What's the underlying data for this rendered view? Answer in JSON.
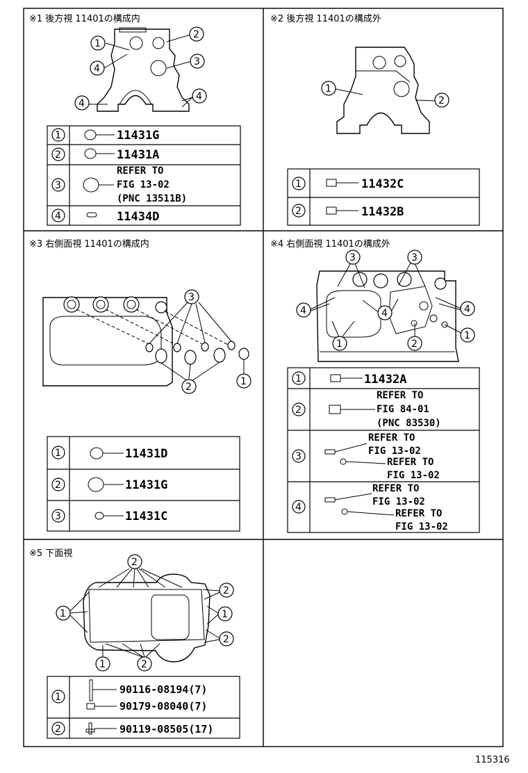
{
  "sections": [
    {
      "header": "※1 後方視 11401の構成内",
      "items": [
        {
          "idx": "1",
          "text": [
            "11431G"
          ]
        },
        {
          "idx": "2",
          "text": [
            "11431A"
          ]
        },
        {
          "idx": "3",
          "text": [
            "REFER TO",
            "FIG 13-02",
            "(PNC 13511B)"
          ]
        },
        {
          "idx": "4",
          "text": [
            "11434D"
          ]
        }
      ]
    },
    {
      "header": "※2 後方視 11401の構成外",
      "items": [
        {
          "idx": "1",
          "text": [
            "11432C"
          ]
        },
        {
          "idx": "2",
          "text": [
            "11432B"
          ]
        }
      ]
    },
    {
      "header": "※3 右側面視 11401の構成内",
      "items": [
        {
          "idx": "1",
          "text": [
            "11431D"
          ]
        },
        {
          "idx": "2",
          "text": [
            "11431G"
          ]
        },
        {
          "idx": "3",
          "text": [
            "11431C"
          ]
        }
      ]
    },
    {
      "header": "※4 右側面視 11401の構成外",
      "items": [
        {
          "idx": "1",
          "text": [
            "11432A"
          ]
        },
        {
          "idx": "2",
          "text": [
            "REFER TO",
            "FIG 84-01",
            "(PNC 83530)"
          ]
        },
        {
          "idx": "3",
          "text": [
            "REFER TO",
            "FIG 13-02",
            "REFER TO",
            "FIG 13-02"
          ]
        },
        {
          "idx": "4",
          "text": [
            "REFER TO",
            "FIG 13-02",
            "REFER TO",
            "FIG 13-02"
          ]
        }
      ]
    },
    {
      "header": "※5 下面視",
      "items": [
        {
          "idx": "1",
          "text": [
            "90116-08194(7)",
            "90179-08040(7)"
          ]
        },
        {
          "idx": "2",
          "text": [
            "90119-08505(17)"
          ]
        }
      ]
    }
  ],
  "figure_number": "115316"
}
